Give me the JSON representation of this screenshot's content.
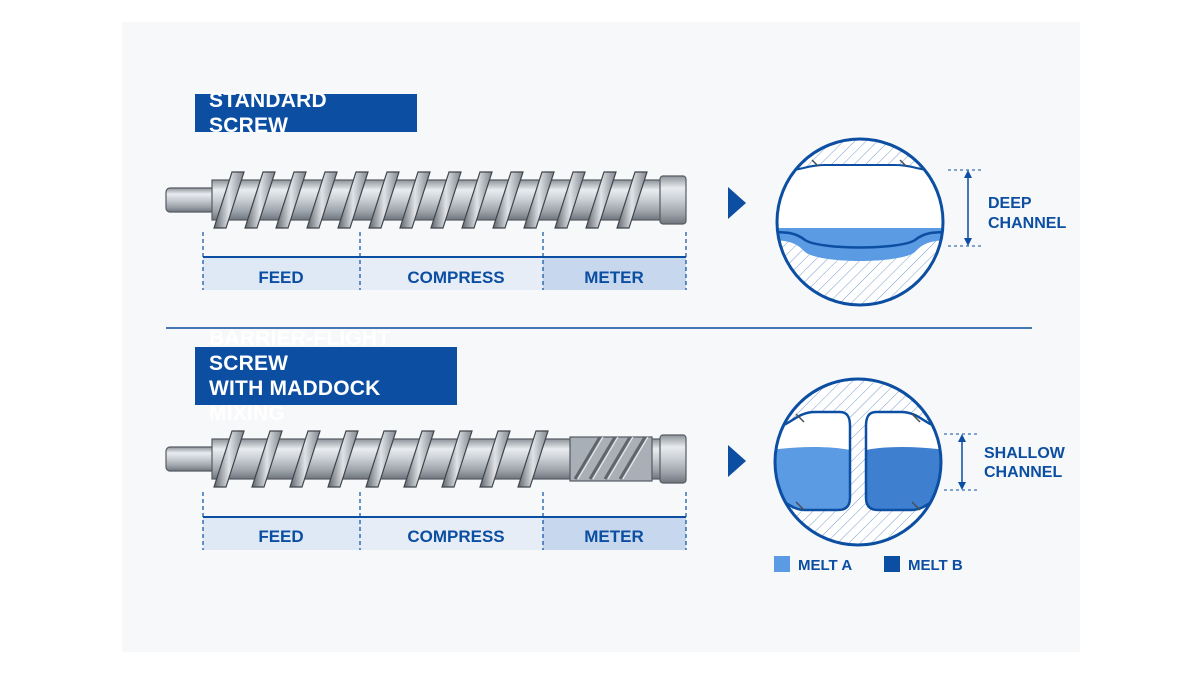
{
  "colors": {
    "brand_blue": "#0b4ea2",
    "zone_fill": "#dfe9f5",
    "meter_fill": "#c7d8ee",
    "melt_a": "#5b9be3",
    "melt_b": "#0b4ea2",
    "steel": "#b9bec5"
  },
  "standard": {
    "title": "STANDARD SCREW",
    "zones": [
      "FEED",
      "COMPRESS",
      "METER"
    ],
    "channel_label_line1": "DEEP",
    "channel_label_line2": "CHANNEL"
  },
  "barrier": {
    "title_line1": "BARRIER-FLIGHT SCREW",
    "title_line2": "WITH MADDOCK MIXING",
    "zones": [
      "FEED",
      "COMPRESS",
      "METER"
    ],
    "channel_label_line1": "SHALLOW",
    "channel_label_line2": "CHANNEL"
  },
  "legend": [
    {
      "label": "MELT A",
      "color": "#5b9be3"
    },
    {
      "label": "MELT B",
      "color": "#0b4ea2"
    }
  ]
}
